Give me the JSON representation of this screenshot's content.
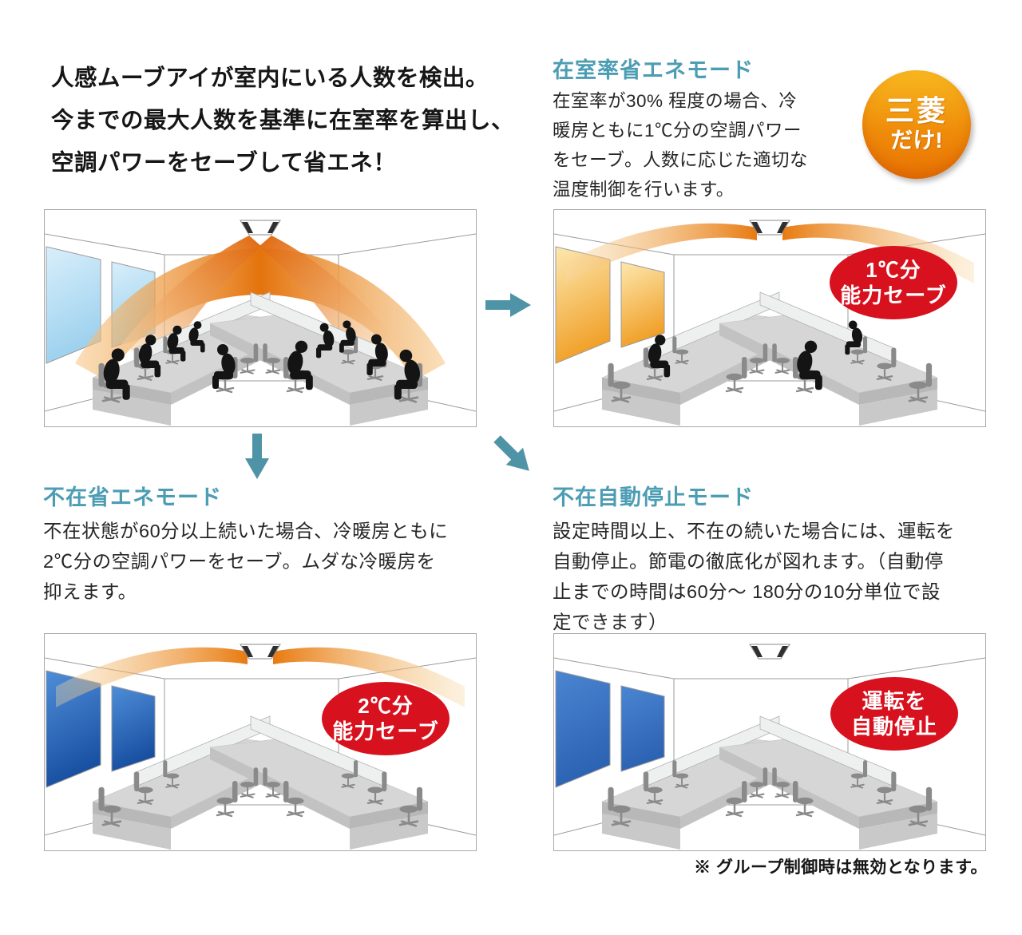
{
  "intro": {
    "lines": [
      "人感ムーブアイが室内にいる人数を検出。",
      "今までの最大人数を基準に在室率を算出し、",
      "空調パワーをセーブして省エネ！"
    ]
  },
  "badge": {
    "line1": "三菱",
    "line2": "だけ!"
  },
  "modes": {
    "occupancy": {
      "title": "在室率省エネモード",
      "body_lines": [
        "在室率が30% 程度の場合、冷",
        "暖房ともに1℃分の空調パワー",
        "をセーブ。人数に応じた適切な",
        "温度制御を行います。"
      ]
    },
    "absence_save": {
      "title": "不在省エネモード",
      "body_lines": [
        "不在状態が60分以上続いた場合、冷暖房ともに",
        "2℃分の空調パワーをセーブ。ムダな冷暖房を",
        "抑えます。"
      ]
    },
    "absence_stop": {
      "title": "不在自動停止モード",
      "body_lines": [
        "設定時間以上、不在の続いた場合には、運転を",
        "自動停止。節電の徹底化が図れます。（自動停",
        "止までの時間は60分～ 180分の10分単位で設",
        "定できます）"
      ]
    }
  },
  "overlays": {
    "save1": {
      "line1": "1℃分",
      "line2": "能力セーブ"
    },
    "save2": {
      "line1": "2℃分",
      "line2": "能力セーブ"
    },
    "stop": {
      "line1": "運転を",
      "line2": "自動停止"
    }
  },
  "footnote": "※ グループ制御時は無効となります。",
  "colors": {
    "heading_teal": "#4c9db4",
    "arrow_teal": "#4e93a6",
    "alert_red": "#d7111e",
    "badge_orange_top": "#f8b81f",
    "badge_orange_bottom": "#e97303",
    "beam_orange": "#e4730c",
    "text_dark": "#1f1f1f"
  },
  "scenes": {
    "detect": {
      "windows": [
        "#d9effb",
        "#9bd0ee"
      ],
      "beams": "wide",
      "people": [
        [
          86,
          224,
          1.15,
          1
        ],
        [
          128,
          198,
          0.95,
          1
        ],
        [
          162,
          180,
          0.8,
          1
        ],
        [
          188,
          170,
          0.7,
          1
        ],
        [
          228,
          212,
          1.0,
          -1
        ],
        [
          316,
          212,
          1.1,
          1
        ],
        [
          354,
          176,
          0.78,
          -1
        ],
        [
          382,
          170,
          0.72,
          -1
        ],
        [
          420,
          196,
          0.92,
          -1
        ],
        [
          458,
          224,
          1.12,
          -1
        ]
      ]
    },
    "occupancy": {
      "windows": [
        "#fde8b0",
        "#f09f26"
      ],
      "beams": "ceiling",
      "people": [
        [
          128,
          198,
          0.95,
          1
        ],
        [
          316,
          212,
          1.1,
          1
        ],
        [
          378,
          172,
          0.76,
          -1
        ]
      ]
    },
    "absence_save": {
      "windows": [
        "#4f8ed8",
        "#174ea0"
      ],
      "beams": "ceiling",
      "people": []
    },
    "absence_stop": {
      "windows": [
        "#4b86d2",
        "#2b62b2"
      ],
      "beams": "none",
      "people": []
    }
  }
}
